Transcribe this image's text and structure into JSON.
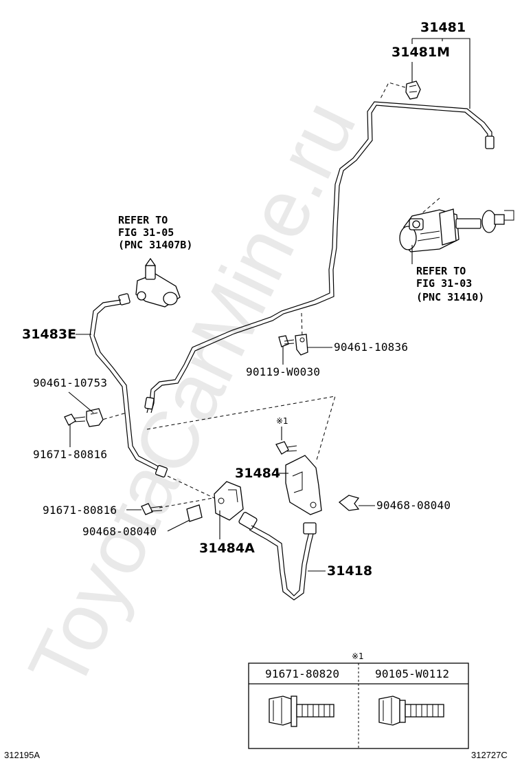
{
  "watermark": "ToyotaCarMine.ru",
  "labels": {
    "p31481": "31481",
    "p31481M": "31481M",
    "p31483E": "31483E",
    "p31484": "31484",
    "p31484A": "31484A",
    "p31418": "31418",
    "p90461_10836": "90461-10836",
    "p90119_W0030": "90119-W0030",
    "p90461_10753": "90461-10753",
    "p91671_80816_a": "91671-80816",
    "p91671_80816_b": "91671-80816",
    "p90468_08040_a": "90468-08040",
    "p90468_08040_b": "90468-08040",
    "note_mark": "※1"
  },
  "refs": {
    "upper": [
      "REFER TO",
      "FIG 31-05",
      "(PNC 31407B)"
    ],
    "right": [
      "REFER TO",
      "FIG 31-03",
      "(PNC 31410)"
    ]
  },
  "table": {
    "mark": "※1",
    "columns": [
      "91671-80820",
      "90105-W0112"
    ]
  },
  "footer": {
    "left_code": "312195A",
    "right_code": "312727C"
  }
}
